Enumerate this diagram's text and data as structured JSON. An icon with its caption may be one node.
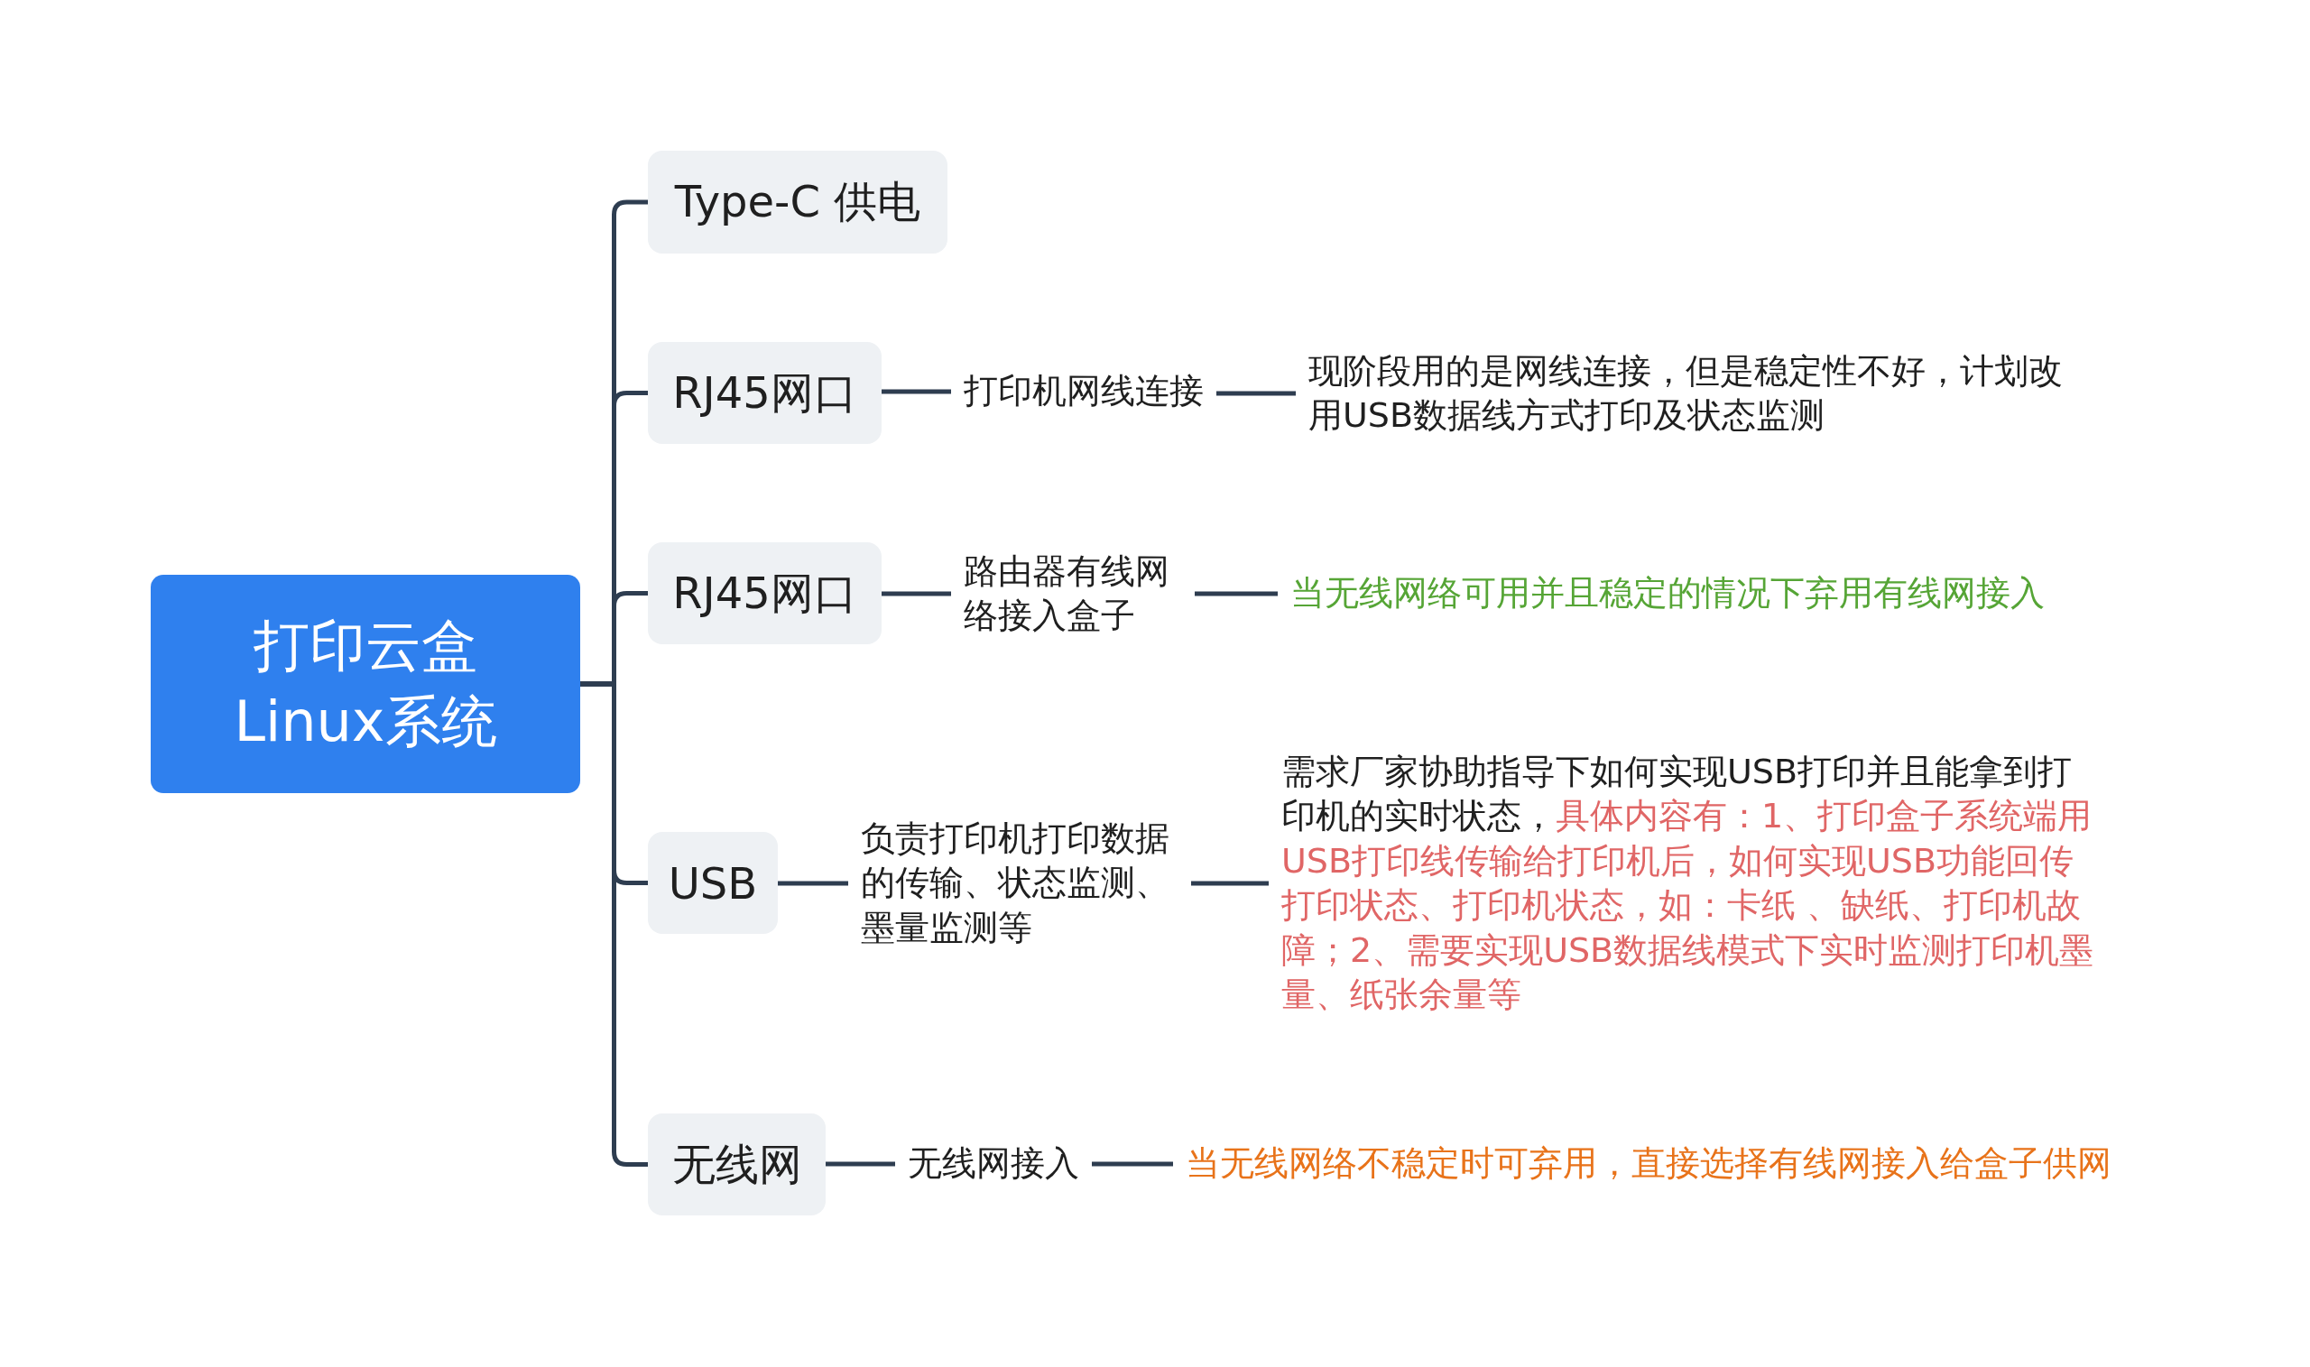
{
  "diagram": {
    "nodes": [
      {
        "text": [
          "打印云盒 Linux系统"
        ]
      },
      {
        "text": [
          "Type-C 供电"
        ]
      },
      {
        "text": [
          "RJ45网口"
        ]
      },
      {
        "text": [
          "打印机网线连接"
        ]
      },
      {
        "text": [
          "现阶段用的是网线连接，但是稳定性不好，计划改用USB数据线方式打印及状态监测"
        ]
      },
      {
        "text": [
          "RJ45网口"
        ]
      },
      {
        "text": [
          "路由器有线网络接入盒子"
        ]
      },
      {
        "text": [
          "当无线网络可用并且稳定的情况下弃用有线网接入"
        ]
      },
      {
        "text": [
          "USB"
        ]
      },
      {
        "text": [
          "负责打印机打印数据的传输、状态监测、墨量监测等"
        ]
      },
      {
        "text": [
          "需求厂家协助指导下如何实现USB打印并且能拿到打印机的实时状态，",
          "具体内容有：1、打印盒子系统端用USB打印线传输给打印机后，如何实现USB功能回传打印状态、打印机状态，如：卡纸 、缺纸、打印机故障；2、需要实现USB数据线模式下实时监测打印机墨量、纸张余量等"
        ]
      },
      {
        "text": [
          "无线网"
        ]
      },
      {
        "text": [
          "无线网接入"
        ]
      },
      {
        "text": [
          "当无线网络不稳定时可弃用，直接选择有线网接入给盒子供网"
        ]
      }
    ],
    "edges": [
      {
        "from": 0,
        "to": 1,
        "arrow": "none"
      },
      {
        "from": 0,
        "to": 2,
        "arrow": "none"
      },
      {
        "from": 2,
        "to": 3,
        "arrow": "none"
      },
      {
        "from": 3,
        "to": 4,
        "arrow": "none"
      },
      {
        "from": 0,
        "to": 5,
        "arrow": "none"
      },
      {
        "from": 5,
        "to": 6,
        "arrow": "none"
      },
      {
        "from": 6,
        "to": 7,
        "arrow": "none"
      },
      {
        "from": 0,
        "to": 8,
        "arrow": "none"
      },
      {
        "from": 8,
        "to": 9,
        "arrow": "none"
      },
      {
        "from": 9,
        "to": 10,
        "arrow": "none"
      },
      {
        "from": 0,
        "to": 11,
        "arrow": "none"
      },
      {
        "from": 11,
        "to": 12,
        "arrow": "none"
      },
      {
        "from": 12,
        "to": 13,
        "arrow": "none"
      }
    ]
  }
}
